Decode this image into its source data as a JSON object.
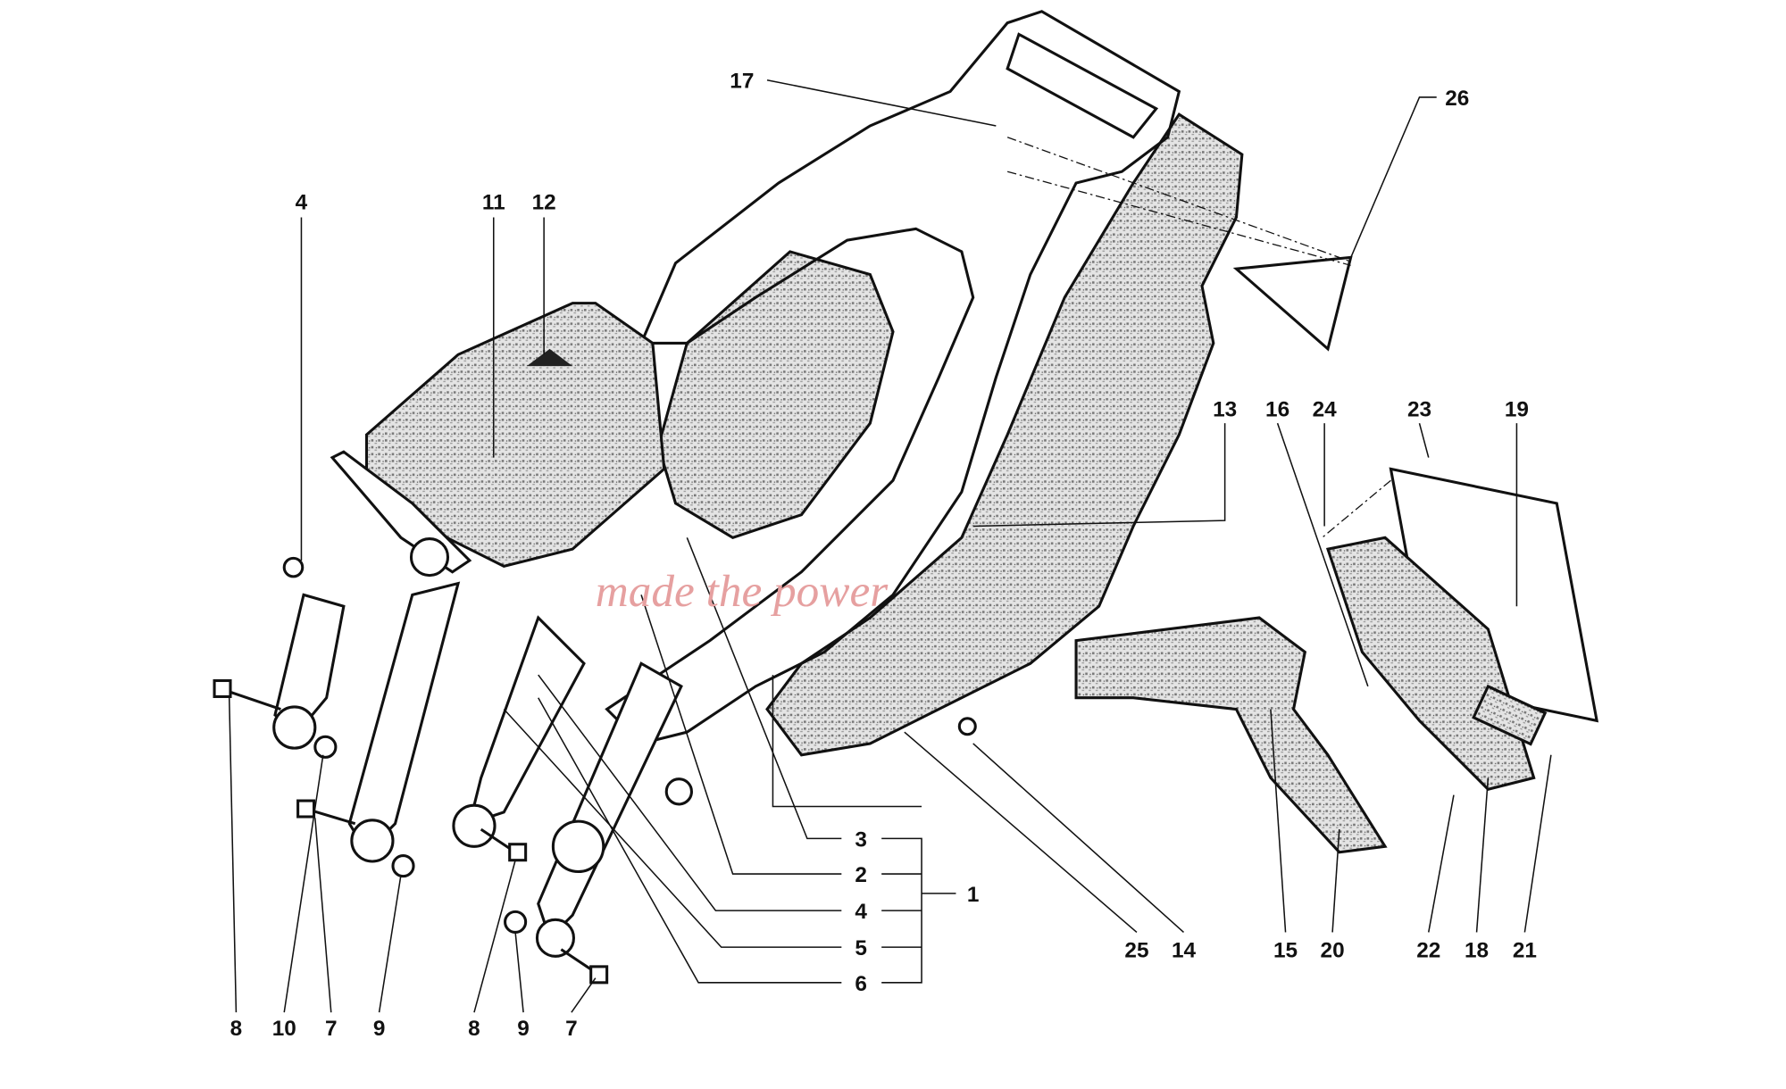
{
  "diagram": {
    "type": "exploded parts diagram",
    "watermark": {
      "logo_text": "made the power"
    },
    "callouts": [
      {
        "id": "c17",
        "text": "17"
      },
      {
        "id": "c26",
        "text": "26"
      },
      {
        "id": "c4a",
        "text": "4"
      },
      {
        "id": "c11",
        "text": "11"
      },
      {
        "id": "c12",
        "text": "12"
      },
      {
        "id": "c13",
        "text": "13"
      },
      {
        "id": "c16",
        "text": "16"
      },
      {
        "id": "c24",
        "text": "24"
      },
      {
        "id": "c23",
        "text": "23"
      },
      {
        "id": "c19",
        "text": "19"
      },
      {
        "id": "c3",
        "text": "3"
      },
      {
        "id": "c2",
        "text": "2"
      },
      {
        "id": "c4b",
        "text": "4"
      },
      {
        "id": "c5",
        "text": "5"
      },
      {
        "id": "c6",
        "text": "6"
      },
      {
        "id": "c1",
        "text": "1"
      },
      {
        "id": "c25",
        "text": "25"
      },
      {
        "id": "c14",
        "text": "14"
      },
      {
        "id": "c15",
        "text": "15"
      },
      {
        "id": "c20",
        "text": "20"
      },
      {
        "id": "c22",
        "text": "22"
      },
      {
        "id": "c18",
        "text": "18"
      },
      {
        "id": "c21",
        "text": "21"
      },
      {
        "id": "c8a",
        "text": "8"
      },
      {
        "id": "c10",
        "text": "10"
      },
      {
        "id": "c7a",
        "text": "7"
      },
      {
        "id": "c9a",
        "text": "9"
      },
      {
        "id": "c8b",
        "text": "8"
      },
      {
        "id": "c9b",
        "text": "9"
      },
      {
        "id": "c7b",
        "text": "7"
      }
    ]
  }
}
